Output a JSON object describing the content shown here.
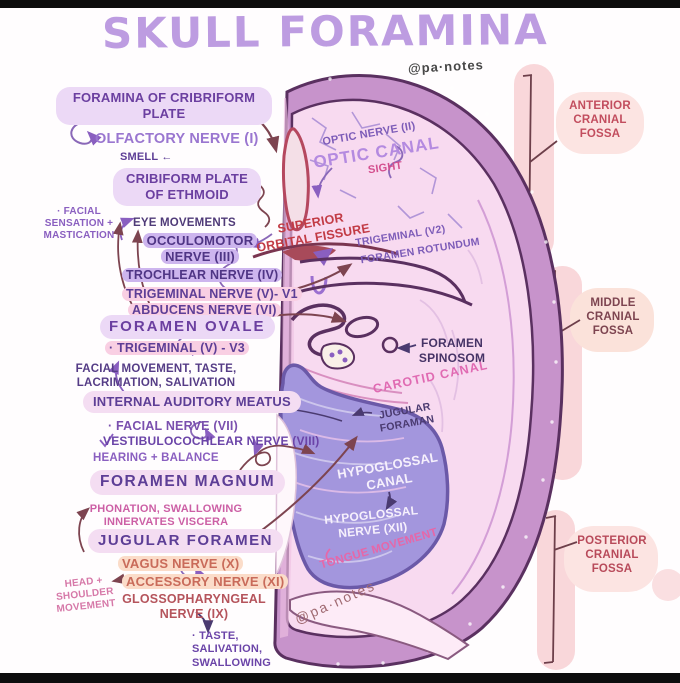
{
  "header": {
    "title": "SKULL FORAMINA",
    "handle": "@pa·notes"
  },
  "left_notes": {
    "foramina_cribriform_plate": "FORAMINA OF CRIBRIFORM PLATE",
    "olfactory_nerve": "OLFACTORY NERVE (I)",
    "smell": "SMELL ←",
    "cribiform_plate_ethmoid": "CRIBIFORM PLATE OF ETHMOID",
    "facial_sensation_mastication": "· FACIAL SENSATION + MASTICATION",
    "eye_movements": "EYE MOVEMENTS",
    "oculomotor_nerve": "OCCULOMOTOR NERVE (III)",
    "trochlear_nerve": "TROCHLEAR NERVE (IV)",
    "trigeminal_nerve_v1": "TRIGEMINAL NERVE (V)- V1",
    "abducens_nerve": "ABDUCENS NERVE (VI)",
    "foramen_ovale": "FORAMEN OVALE",
    "trigeminal_v3": "· TRIGEMINAL (V) - V3",
    "facial_movement_note": "FACIAL MOVEMENT, TASTE, LACRIMATION, SALIVATION",
    "internal_auditory_meatus": "INTERNAL AUDITORY MEATUS",
    "facial_nerve": "· FACIAL NERVE (VII)",
    "vestibulocochlear_nerve": "VESTIBULOCOCHLEAR NERVE (VIII)",
    "hearing_balance": "HEARING + BALANCE",
    "foramen_magnum": "FORAMEN MAGNUM",
    "phonation_note": "PHONATION, SWALLOWING INNERVATES VISCERA",
    "jugular_foramen": "JUGULAR FORAMEN",
    "vagus_nerve": "VAGUS NERVE (X)",
    "accessory_nerve": "ACCESSORY NERVE (XI)",
    "head_shoulder_movement": "HEAD + SHOULDER MOVEMENT",
    "glossopharyngeal_nerve": "GLOSSOPHARYNGEAL NERVE (IX)",
    "taste_salivation_swallowing": "· TASTE, SALIVATION, SWALLOWING"
  },
  "skull_labels": {
    "optic_nerve": "OPTIC NERVE (II)",
    "optic_canal": "OPTIC CANAL",
    "sight": "SIGHT",
    "superior_orbital_fissure": "SUPERIOR ORBITAL FISSURE",
    "trigeminal_v2": "TRIGEMINAL (V2)",
    "foramen_rotundum": "FORAMEN ROTUNDUM",
    "foramen_spinosum": "FORAMEN SPINOSOM",
    "carotid_canal": "CAROTID CANAL",
    "jugular_foraman": "JUGULAR FORAMAN",
    "hypoglossal_canal": "HYPOGLOSSAL CANAL",
    "hypoglossal_nerve": "HYPOGLOSSAL NERVE (XII)",
    "tongue_movement": "TONGUE MOVEMENT",
    "watermark": "@pa·notes"
  },
  "fossa_labels": {
    "anterior": "ANTERIOR CRANIAL FOSSA",
    "middle": "MIDDLE CRANIAL FOSSA",
    "posterior": "POSTERIOR CRANIAL FOSSA"
  },
  "colors": {
    "title_lavender": "#bd9ce1",
    "pill_lavender": "#ecd9f6",
    "highlight_purple": "#cdb5ee",
    "highlight_pink": "#f9cfe3",
    "highlight_peach": "#fbdcc9",
    "ink_purple_dark": "#5d3e96",
    "ink_magenta": "#cc5fa5",
    "ink_red": "#c23b45",
    "ink_salmon": "#c96b5a",
    "fossa_text": "#b84a5a",
    "fossa_bar_pink": "#f9d7da",
    "skull_rim_mauve": "#c793cb",
    "skull_inner_pink": "#f8daf0",
    "posterior_blob_purple": "#a396dd"
  }
}
